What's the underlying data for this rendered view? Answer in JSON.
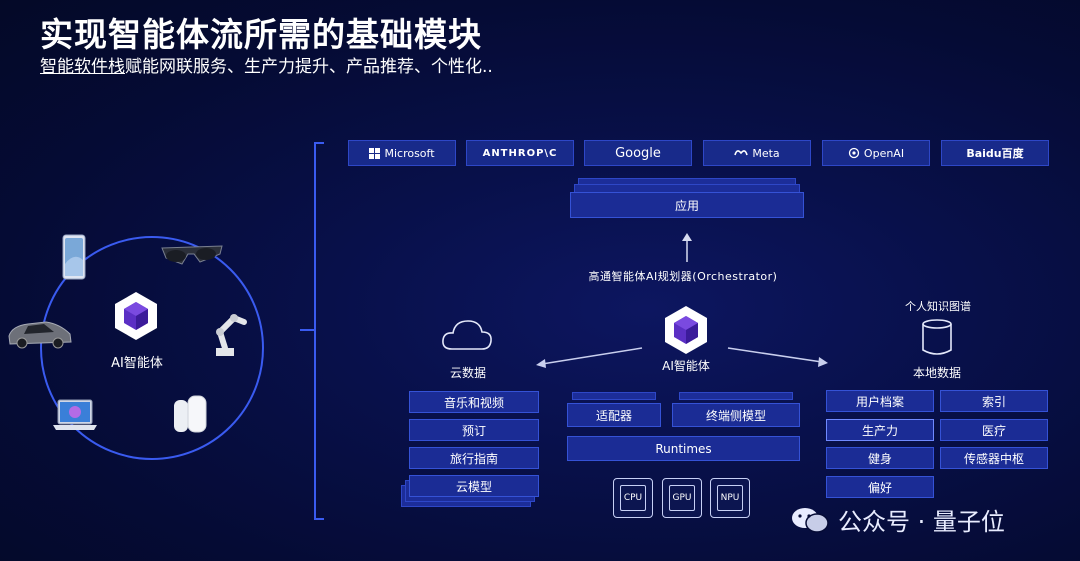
{
  "title": "实现智能体流所需的基础模块",
  "subtitle": {
    "highlight": "智能软件栈",
    "rest": "赋能网联服务、生产力提升、产品推荐、个性化.."
  },
  "left_circle": {
    "center_label": "AI智能体"
  },
  "vendors": [
    "Microsoft",
    "ANTHROP\\C",
    "Google",
    "Meta",
    "OpenAI",
    "Baidu百度"
  ],
  "app_label": "应用",
  "orchestrator_label": "高通智能体AI规划器(Orchestrator)",
  "center_label": "AI智能体",
  "cloud": {
    "label": "云数据",
    "items": [
      "音乐和视频",
      "预订",
      "旅行指南",
      "云模型"
    ]
  },
  "middle": {
    "adapter": "适配器",
    "device_model": "终端侧模型",
    "runtimes": "Runtimes",
    "chips": [
      "CPU",
      "GPU",
      "NPU"
    ]
  },
  "local": {
    "knowledge_label": "个人知识图谱",
    "label": "本地数据",
    "items_left": [
      "用户档案",
      "生产力",
      "健身",
      "偏好"
    ],
    "items_right": [
      "索引",
      "医疗",
      "传感器中枢"
    ]
  },
  "watermark": "公众号 · 量子位",
  "colors": {
    "accent": "#3a5bf0",
    "box": "#1b2c95",
    "background": "#050b35"
  }
}
